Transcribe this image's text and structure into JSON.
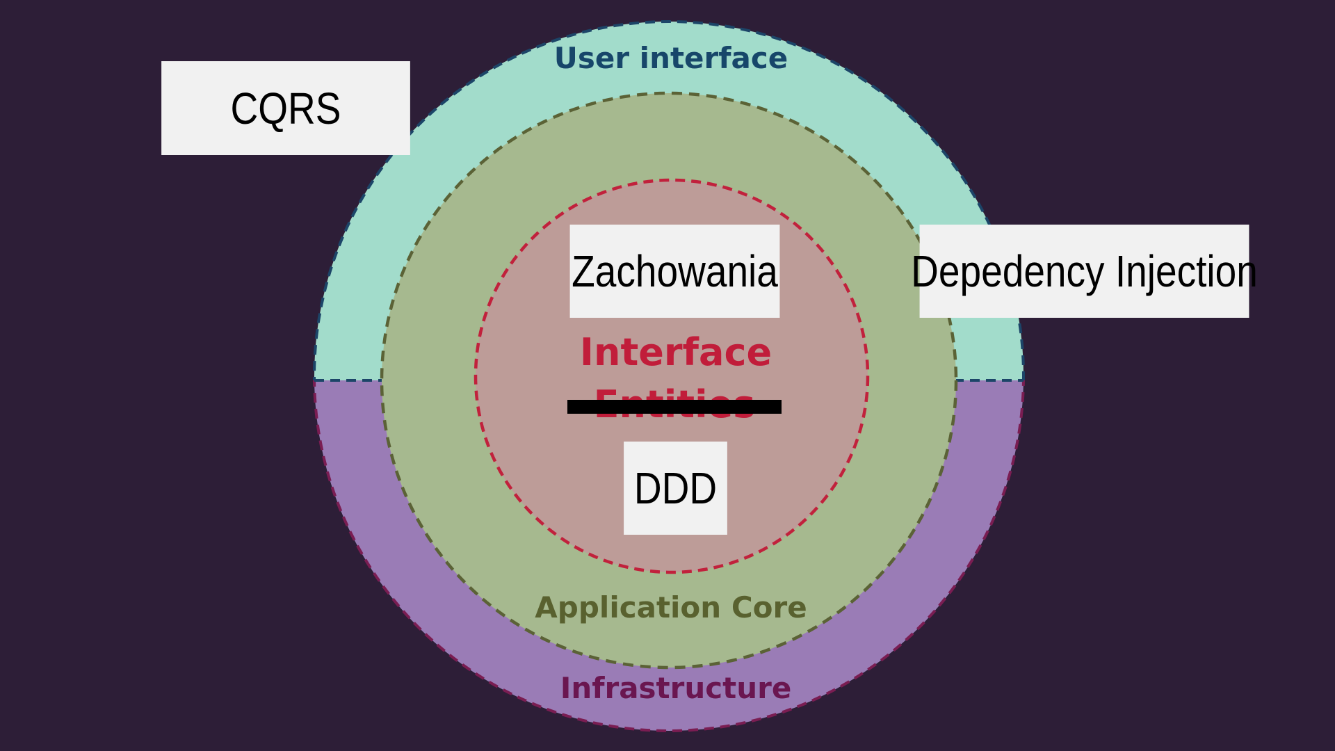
{
  "diagram": {
    "layers": {
      "user_interface": {
        "label": "User interface",
        "fill": "#a2dccb",
        "stroke": "#1c4568",
        "label_color": "#17466a"
      },
      "infrastructure": {
        "label": "Infrastructure",
        "fill": "#9a7cb6",
        "stroke": "#7a1d52",
        "label_color": "#6a1650"
      },
      "application_core": {
        "label": "Application Core",
        "fill": "#a6b98f",
        "stroke": "#5b6236",
        "label_color": "#59612f"
      },
      "domain": {
        "label_top": "Interface",
        "label_struck": "Entities",
        "fill": "#bd9c98",
        "stroke": "#c1213c",
        "label_color": "#c11d3a"
      }
    },
    "strike_color": "#000000"
  },
  "callouts": {
    "cqrs": "CQRS",
    "zachowania": "Zachowania",
    "dependency_injection": "Depedency Injection",
    "ddd": "DDD"
  },
  "colors": {
    "background": "#2d1e37",
    "callout_bg": "#f1f1f1"
  }
}
